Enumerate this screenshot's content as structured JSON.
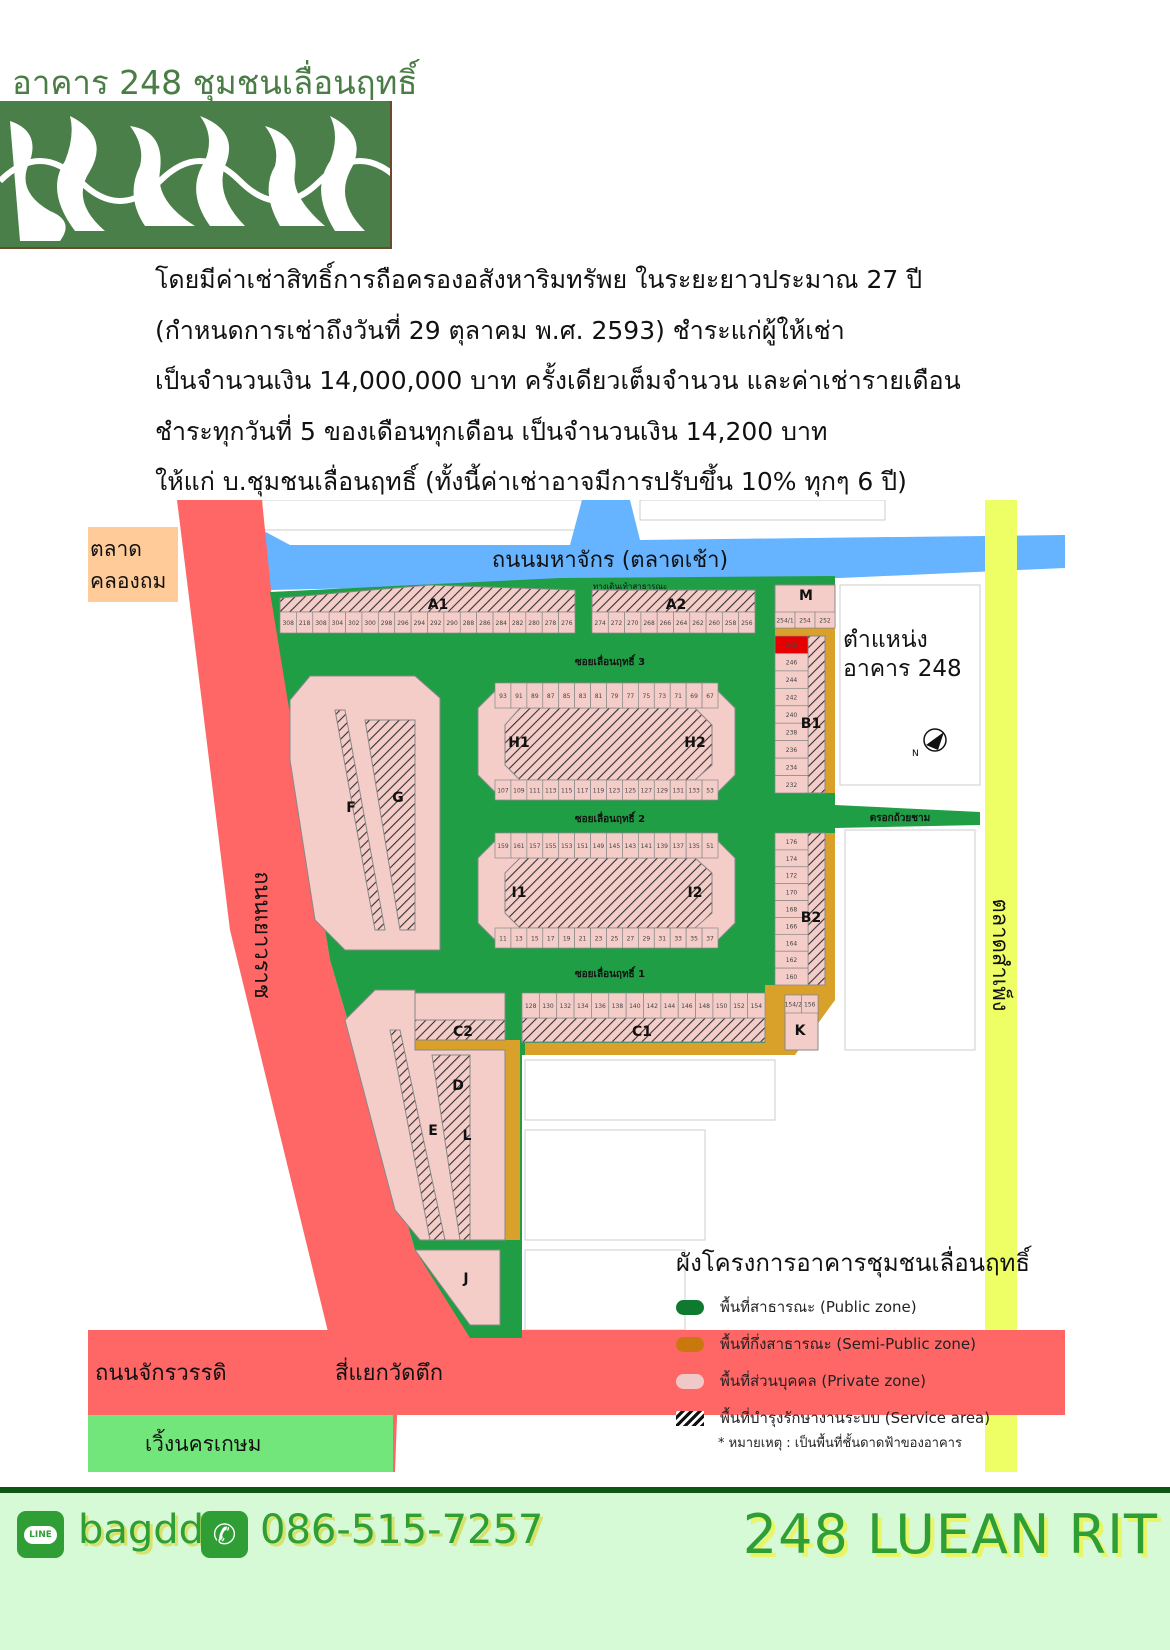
{
  "header": {
    "title": "อาคาร 248 ชุมชนเลื่อนฤทธิ์"
  },
  "description": [
    "โดยมีค่าเช่าสิทธิ์การถือครองอสังหาริมทรัพย ในระยะยาวประมาณ 27 ปี",
    "(กำหนดการเช่าถึงวันที่ 29 ตุลาคม พ.ศ. 2593) ชำระแก่ผู้ให้เช่า",
    "เป็นจำนวนเงิน 14,000,000 บาท ครั้งเดียวเต็มจำนวน และค่าเช่ารายเดือน",
    "ชำระทุกวันที่ 5 ของเดือนทุกเดือน เป็นจำนวนเงิน 14,200 บาท",
    "ให้แก่ บ.ชุมชนเลื่อนฤทธิ์ (ทั้งนี้ค่าเช่าอาจมีการปรับขึ้น 10% ทุกๆ 6 ปี)"
  ],
  "map": {
    "roads": {
      "top": "ถนนมหาจักร (ตลาดเช้า)",
      "left": "ถนนเยาวราช",
      "right": "ตลาดสำเพ็ง",
      "bottom": "ถนนจักรวรรดิ",
      "intersection": "สี่แยกวัดตึก",
      "market_left": "ตลาด\nคลองถม",
      "bottom_left_area": "เวิ้งนครเกษม",
      "alley_right": "ตรอกถ้วยชาม"
    },
    "sois": [
      "ซอยเลื่อนฤทธิ์ 3",
      "ซอยเลื่อนฤทธิ์ 2",
      "ซอยเลื่อนฤทธิ์ 1"
    ],
    "walkway": "ทางเดินเท้าสาธารณะ",
    "target": {
      "label_line1": "ตำแหน่ง",
      "label_line2": "อาคาร 248",
      "lot": "248",
      "color": "#e60000"
    },
    "compass": "N",
    "blocks": [
      "A1",
      "A2",
      "M",
      "B1",
      "B2",
      "H1",
      "H2",
      "I1",
      "I2",
      "F",
      "G",
      "C1",
      "C2",
      "D",
      "E",
      "L",
      "K",
      "J"
    ],
    "lots": {
      "A1": [
        "308",
        "218",
        "308",
        "304",
        "302",
        "300",
        "298",
        "296",
        "294",
        "292",
        "290",
        "288",
        "286",
        "284",
        "282",
        "280",
        "278",
        "276"
      ],
      "A2": [
        "274",
        "272",
        "270",
        "268",
        "266",
        "264",
        "262",
        "260",
        "258",
        "256"
      ],
      "M": [
        "254/1",
        "254",
        "252"
      ],
      "B1": [
        "248",
        "246",
        "244",
        "242",
        "240",
        "238",
        "236",
        "234",
        "232"
      ],
      "B2": [
        "176",
        "174",
        "172",
        "170",
        "168",
        "166",
        "164",
        "162",
        "160"
      ],
      "H_top": [
        "93",
        "91",
        "89",
        "87",
        "85",
        "83",
        "81",
        "79",
        "77",
        "75",
        "73",
        "71",
        "69",
        "67"
      ],
      "H_bottom": [
        "107",
        "109",
        "111",
        "113",
        "115",
        "117",
        "119",
        "123",
        "125",
        "127",
        "129",
        "131",
        "133",
        "53"
      ],
      "I_top": [
        "159",
        "161",
        "157",
        "155",
        "153",
        "151",
        "149",
        "145",
        "143",
        "141",
        "139",
        "137",
        "135",
        "51"
      ],
      "I_bottom": [
        "11",
        "13",
        "15",
        "17",
        "19",
        "21",
        "23",
        "25",
        "27",
        "29",
        "31",
        "33",
        "35",
        "37"
      ],
      "C1": [
        "128",
        "130",
        "132",
        "134",
        "136",
        "138",
        "140",
        "142",
        "144",
        "146",
        "148",
        "150",
        "152",
        "154"
      ],
      "K": [
        "154/2",
        "156"
      ]
    },
    "colors": {
      "public": "#1f9e46",
      "semi_public": "#d9a12a",
      "private": "#f4cdc9",
      "road_red": "#ff6666",
      "road_blue": "#66b3ff",
      "road_yellow": "#eeff66"
    }
  },
  "legend": {
    "title": "ผังโครงการอาคารชุมชนเลื่อนฤทธิ์",
    "items": [
      {
        "label": "พื้นที่สาธารณะ (Public zone)",
        "color": "#0f7a2f"
      },
      {
        "label": "พื้นที่กึ่งสาธารณะ (Semi-Public zone)",
        "color": "#c8780f"
      },
      {
        "label": "พื้นที่ส่วนบุคคล (Private zone)",
        "color": "#f0c8c8"
      },
      {
        "label": "พื้นที่บำรุงรักษางานระบบ (Service area)",
        "color": "hatch"
      }
    ],
    "note": "* หมายเหตุ : เป็นพื้นที่ชั้นดาดฟ้าของอาคาร"
  },
  "footer": {
    "line_icon_text": "LINE",
    "line_id": "bagdd",
    "phone": "086-515-7257",
    "brand": "248 LUEAN RIT"
  }
}
